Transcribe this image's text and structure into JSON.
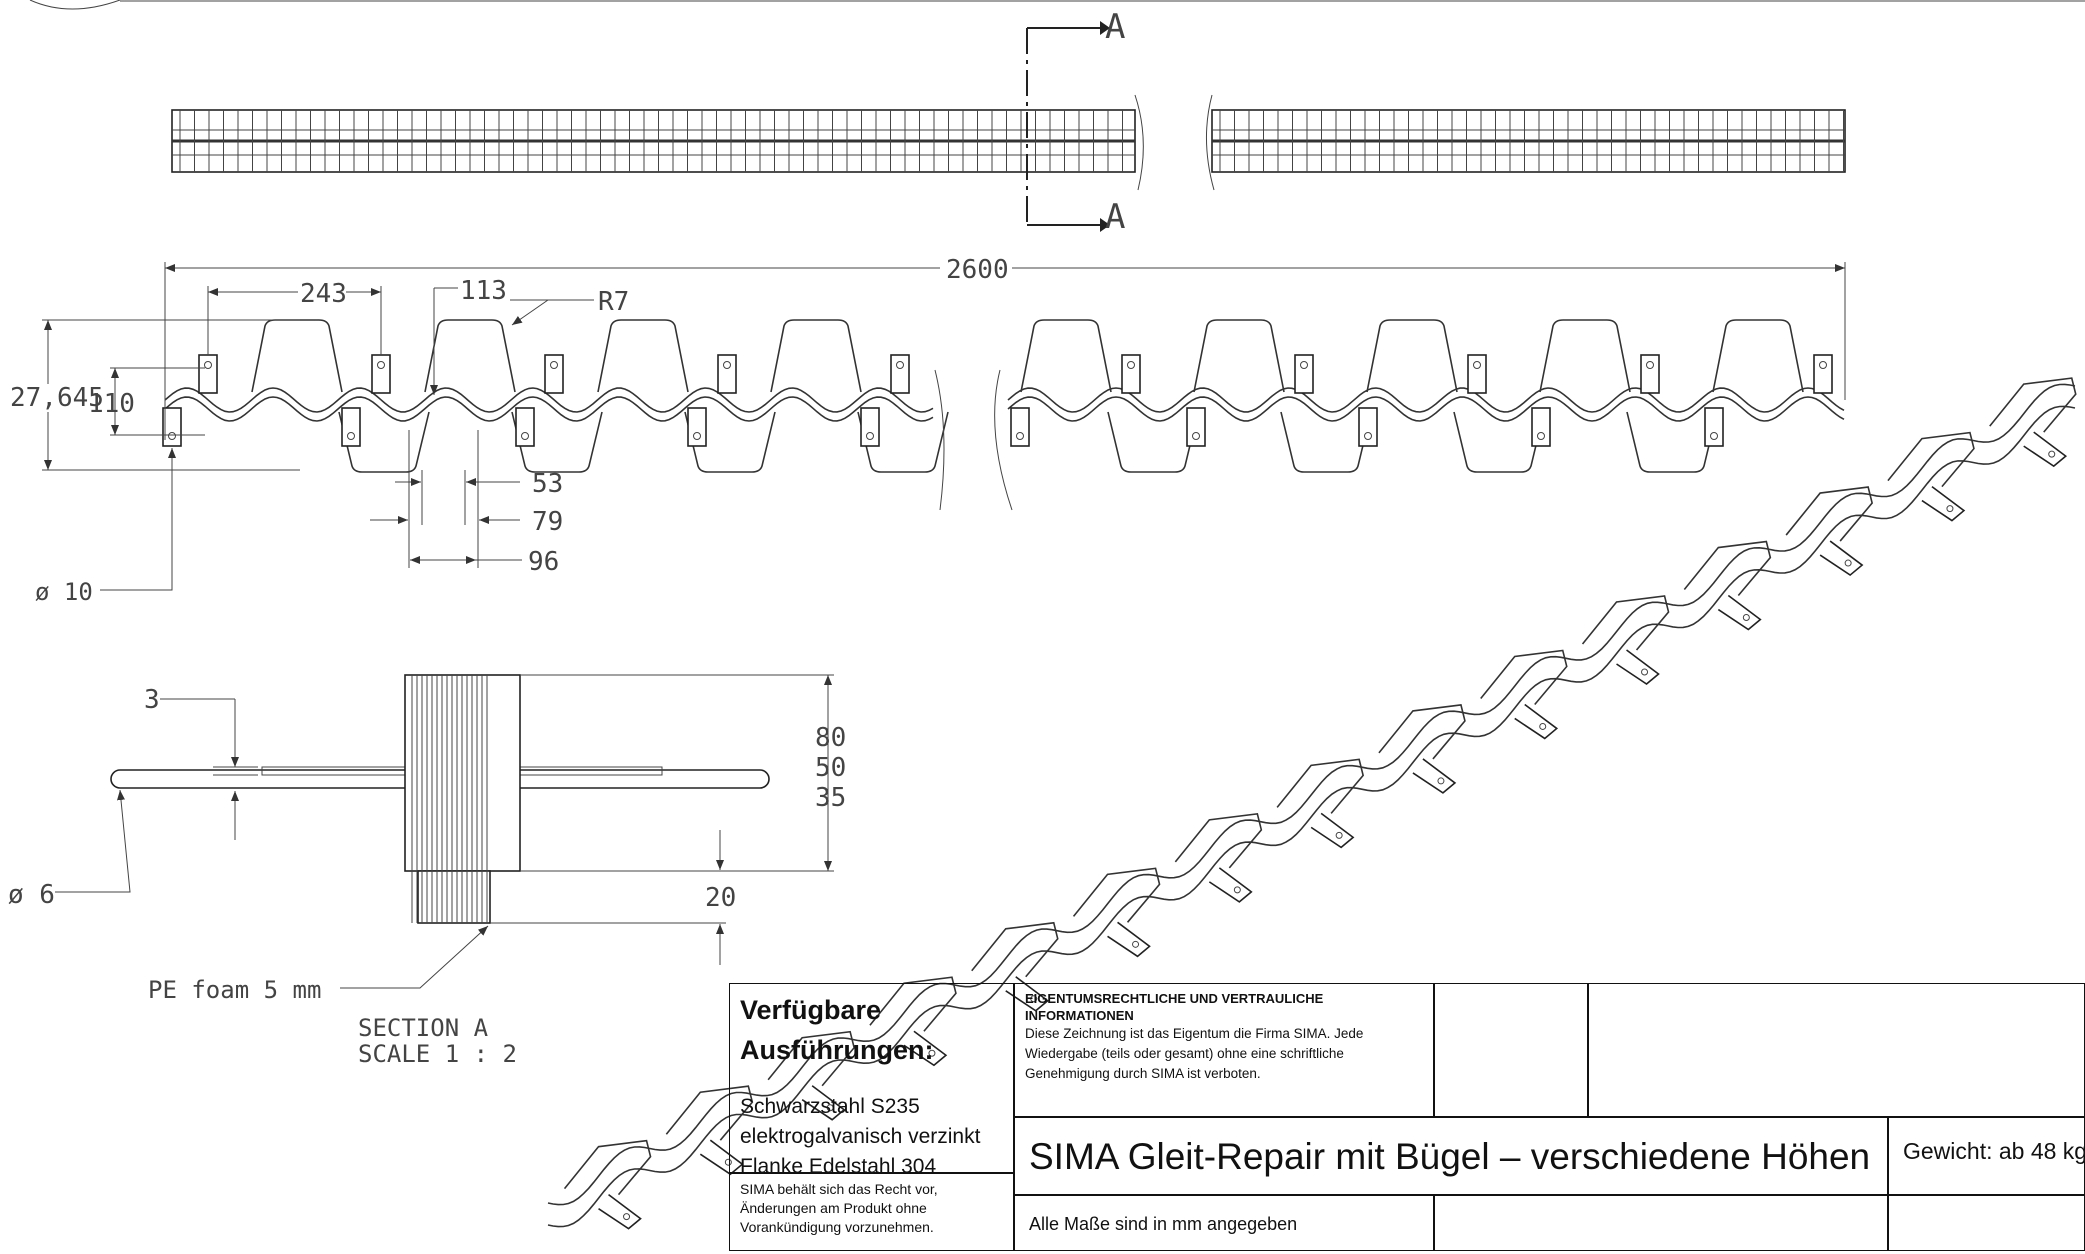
{
  "views": {
    "top": {
      "section_marker_upper": "A",
      "section_marker_lower": "A"
    },
    "front": {
      "dims": {
        "overall_length": "2600",
        "pitch": "243",
        "height_113": "113",
        "radius": "R7",
        "total_height": "27,645",
        "height_110": "110",
        "w53": "53",
        "w79": "79",
        "w96": "96",
        "hole": "ø 10"
      }
    },
    "section": {
      "dims": {
        "thk": "3",
        "h80": "80",
        "h50": "50",
        "h35": "35",
        "h20": "20",
        "rod": "ø 6",
        "foam": "PE foam 5 mm"
      },
      "label_line1": "SECTION A",
      "label_line2": "SCALE 1 : 2"
    }
  },
  "title_block": {
    "available_heading": "Verfügbare Ausführungen:",
    "available_items": [
      "Schwarzstahl S235",
      "elektrogalvanisch verzinkt",
      "Flanke Edelstahl 304"
    ],
    "proprietary_heading": "EIGENTUMSRECHTLICHE UND VERTRAULICHE INFORMATIONEN",
    "proprietary_text": "Diese Zeichnung ist das Eigentum die Firma SIMA. Jede Wiedergabe (teils oder gesamt) ohne eine schriftliche Genehmigung durch SIMA ist verboten.",
    "reserve_lines": [
      "SIMA behält sich das Recht vor,",
      "Änderungen am Produkt ohne",
      "Vorankündigung vorzunehmen."
    ],
    "product_title": "SIMA Gleit-Repair mit Bügel – verschiedene Höhen",
    "weight": "Gewicht: ab 48 kg",
    "units_note": "Alle Maße sind in mm angegeben"
  }
}
